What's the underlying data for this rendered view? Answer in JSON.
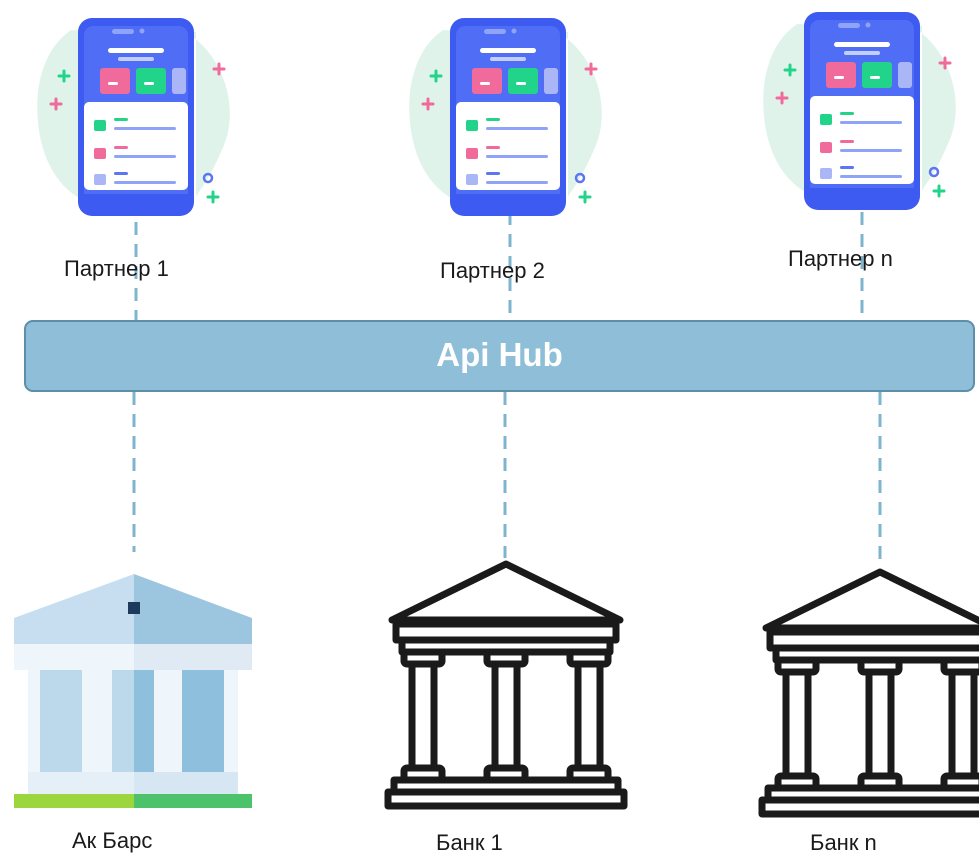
{
  "partners": [
    {
      "label": "Партнер 1"
    },
    {
      "label": "Партнер 2"
    },
    {
      "label": "Партнер n"
    }
  ],
  "hub": {
    "label": "Api Hub"
  },
  "banks": [
    {
      "label": "Ак Барс"
    },
    {
      "label": "Банк 1"
    },
    {
      "label": "Банк n"
    }
  ],
  "icons": {
    "partner": "smartphone-app-icon",
    "bank_primary": "bank-building-icon-colored",
    "bank": "bank-building-icon-outline"
  },
  "colors": {
    "hub_fill": "#8fbfd8",
    "hub_border": "#5d8fa9",
    "connector": "#7fb4cf",
    "phone_body": "#3d5af1",
    "blob": "#dff3ea"
  }
}
